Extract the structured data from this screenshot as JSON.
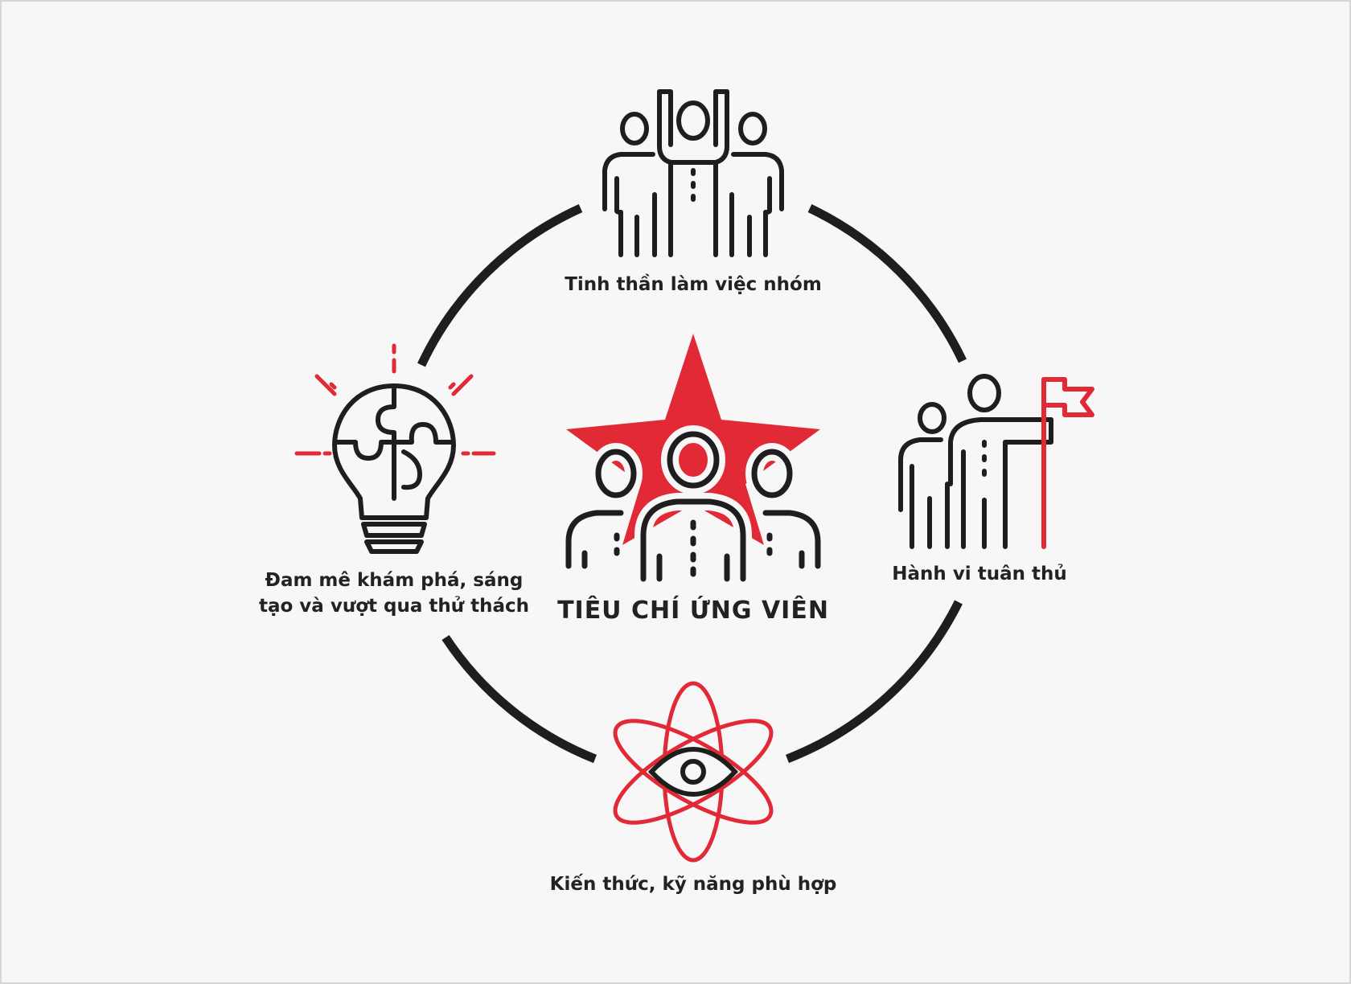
{
  "colors": {
    "background": "#f7f7f7",
    "ring": "#1e1e1e",
    "icon_stroke": "#1e1e1e",
    "accent_red": "#e12a35",
    "text": "#222222"
  },
  "center": {
    "title": "TIÊU CHÍ ỨNG VIÊN",
    "icon": "star-team-icon"
  },
  "criteria": [
    {
      "label": "Tinh thần làm việc nhóm",
      "icon": "teamwork-icon"
    },
    {
      "label": "Hành vi tuân thủ",
      "icon": "leader-flag-icon"
    },
    {
      "label": "Kiến thức, kỹ năng phù hợp",
      "icon": "atom-eye-icon"
    },
    {
      "label_line1": "Đam mê khám phá, sáng",
      "label_line2": "tạo và vượt qua thử thách",
      "icon": "puzzle-lightbulb-icon"
    }
  ]
}
